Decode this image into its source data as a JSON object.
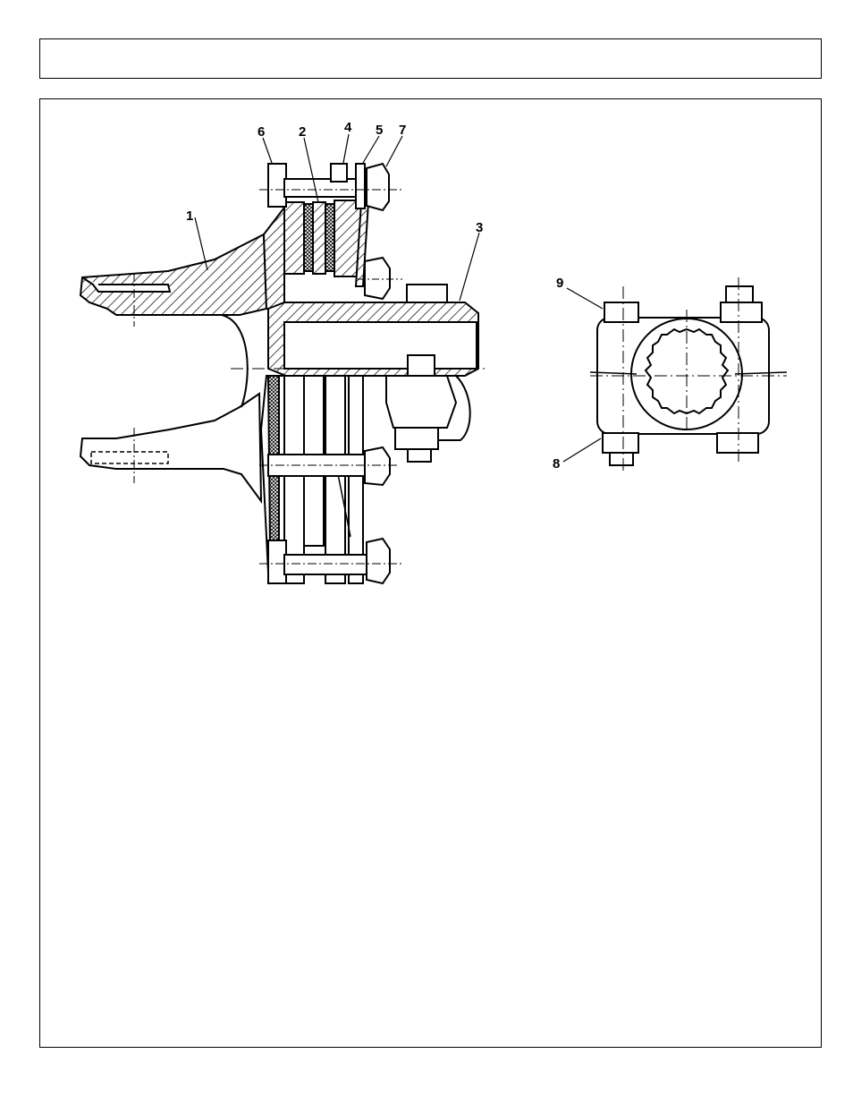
{
  "header": {
    "title": ""
  },
  "callouts": {
    "c1": "1",
    "c2": "2",
    "c3": "3",
    "c4": "4",
    "c5": "5",
    "c6": "6",
    "c7": "7",
    "c8": "8",
    "c9": "9"
  }
}
